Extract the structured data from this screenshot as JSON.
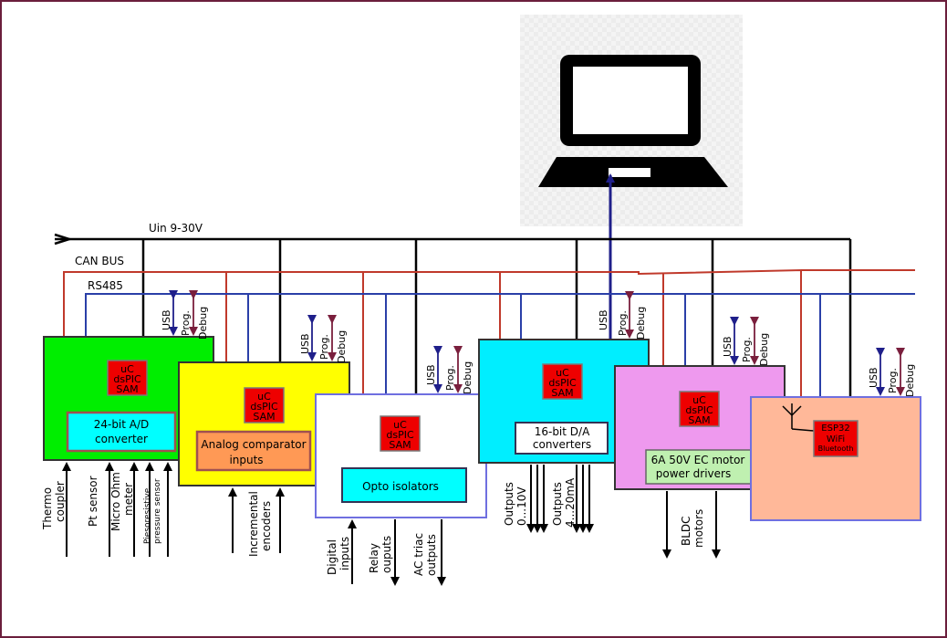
{
  "colors": {
    "frame": "#6b1e3c",
    "can_bus": "#c0392b",
    "rs485": "#2a3fa8",
    "usb_arrow": "#1f1f8a",
    "prog_arrow": "#7a1f3d",
    "uc_fill": "#ee0000",
    "module1": "#00ee00",
    "module2": "#ffff00",
    "module3": "#ffffff",
    "module4": "#00eeff",
    "module5": "#ee99ee",
    "module6": "#ffb899"
  },
  "buses": {
    "uin": "Uin 9-30V",
    "can": "CAN BUS",
    "rs485": "RS485"
  },
  "labels": {
    "usb": "USB",
    "prog": "Prog.",
    "debug": "Debug"
  },
  "uc": {
    "line1": "uC",
    "line2": "dsPIC",
    "line3": "SAM"
  },
  "modules": {
    "adc": {
      "function_line1": "24-bit A/D",
      "function_line2": "converter",
      "inputs": [
        "Thermo",
        "coupler",
        "Pt sensor",
        "Micro Ohm",
        "meter",
        "Piesoresistive",
        "pressure sensor"
      ]
    },
    "comparator": {
      "function_line1": "Analog comparator",
      "function_line2": "inputs",
      "inputs_line1": "Incremental",
      "inputs_line2": "encoders"
    },
    "opto": {
      "function": "Opto isolators",
      "io": [
        "Digital",
        "inputs",
        "Relay",
        "ouputs",
        "AC triac",
        "outputs"
      ]
    },
    "dac": {
      "function_line1": "16-bit D/A",
      "function_line2": "converters",
      "outputs": [
        "Outputs",
        "0...10V",
        "Outputs",
        "4...20mA"
      ]
    },
    "motor": {
      "function_line1": "6A 50V EC motor",
      "function_line2": "power  drivers",
      "outputs_line1": "BLDC",
      "outputs_line2": "motors"
    },
    "esp": {
      "line1": "ESP32",
      "line2": "WiFi",
      "line3": "Bluetooth"
    }
  }
}
